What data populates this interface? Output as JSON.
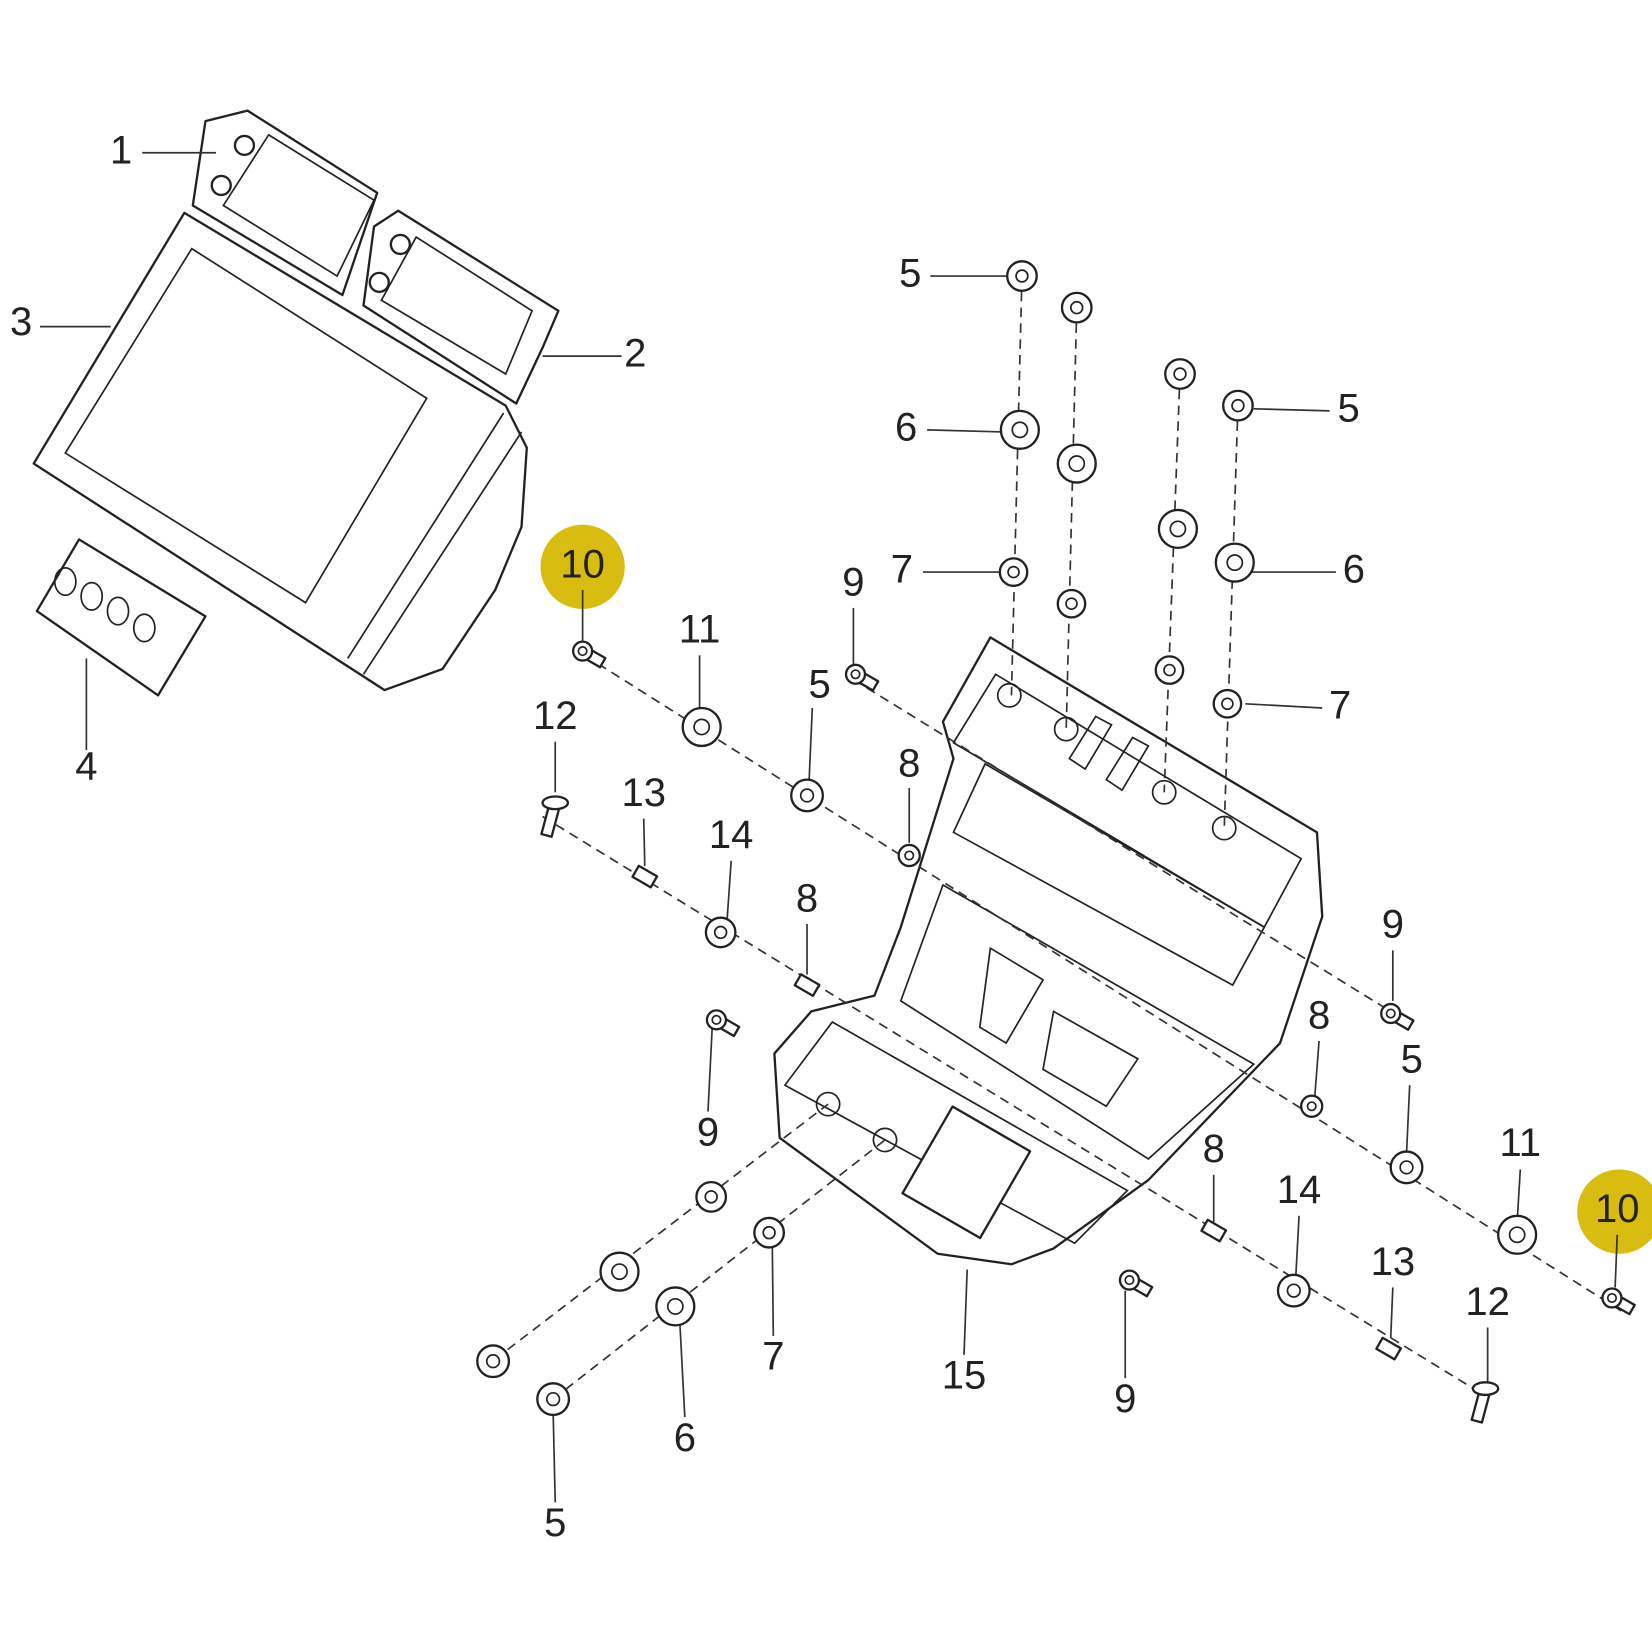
{
  "diagram": {
    "highlight_color": "#d8bd10",
    "highlighted_label": "10",
    "labels": [
      "1",
      "2",
      "3",
      "4",
      "5",
      "6",
      "7",
      "5",
      "6",
      "7",
      "10",
      "11",
      "9",
      "5",
      "12",
      "13",
      "14",
      "8",
      "8",
      "9",
      "8",
      "5",
      "11",
      "10",
      "9",
      "8",
      "14",
      "13",
      "12",
      "7",
      "15",
      "9",
      "6",
      "5"
    ]
  }
}
